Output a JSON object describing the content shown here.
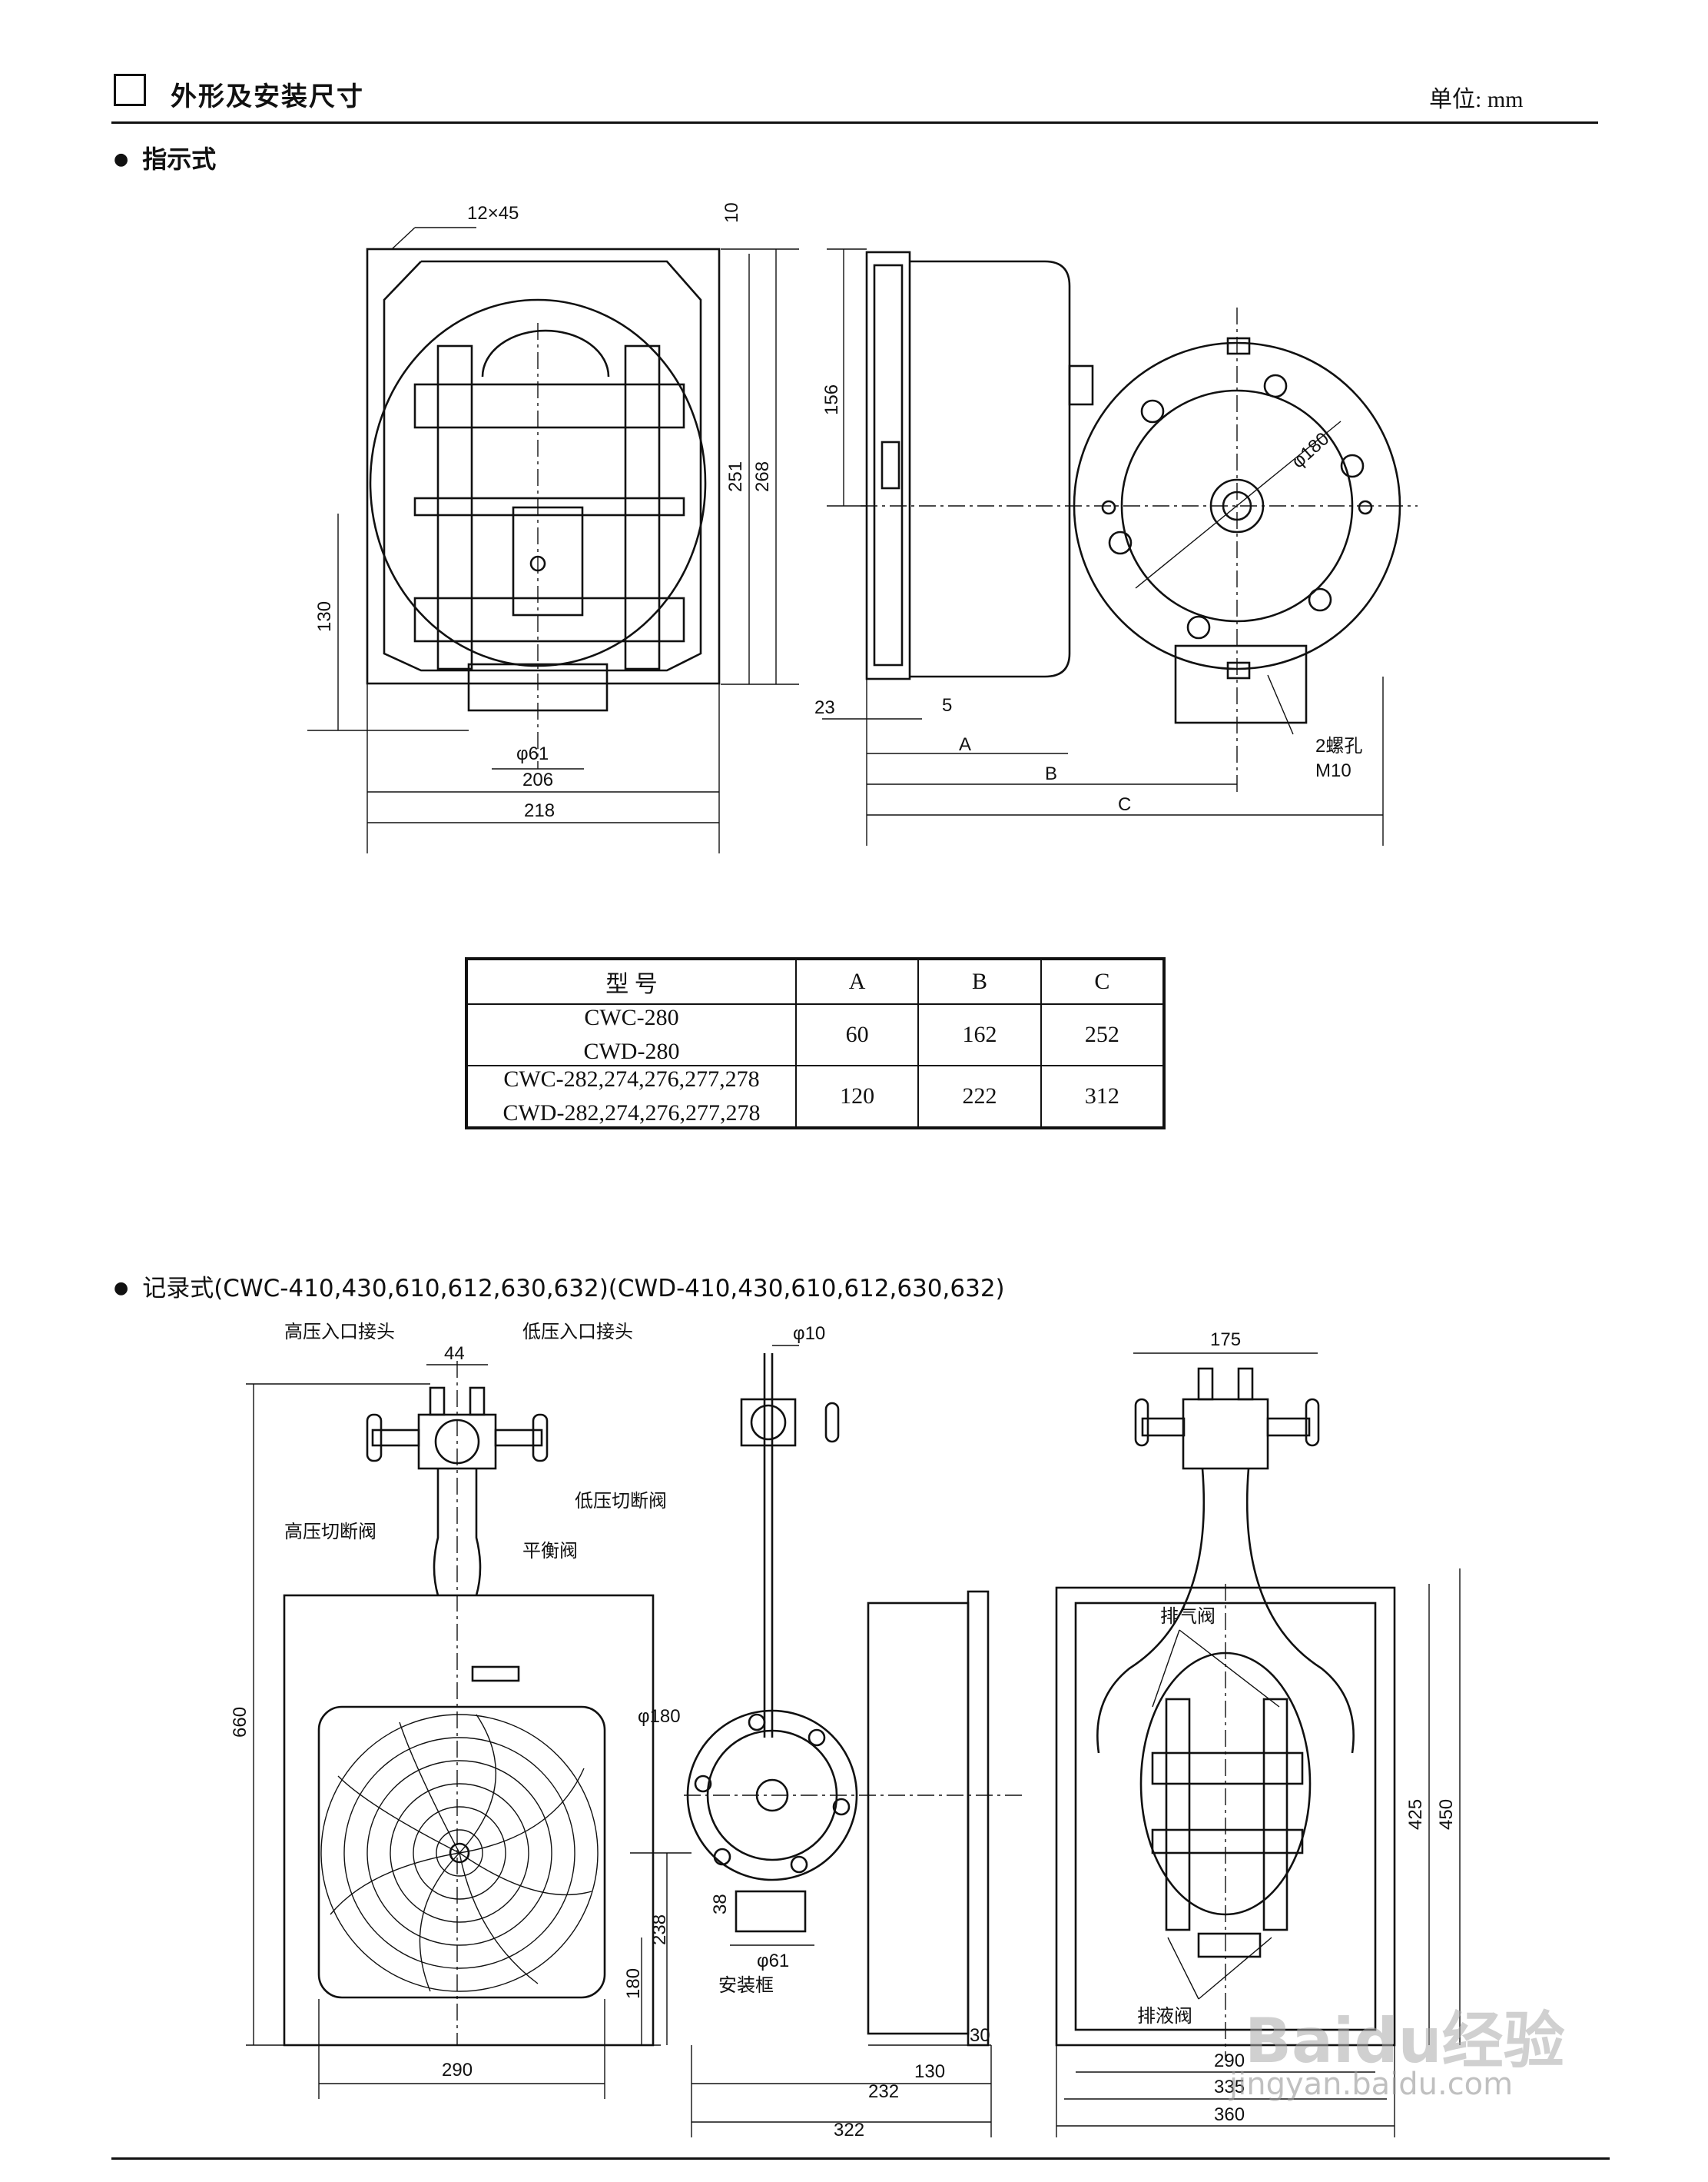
{
  "header": {
    "title": "外形及安装尺寸",
    "unit": "单位: mm"
  },
  "section1": {
    "title": "指示式",
    "front": {
      "chamfer": "12×45",
      "d_top": "10",
      "d_251": "251",
      "d_268": "268",
      "d_130": "130",
      "d_phi61": "φ61",
      "d_206": "206",
      "d_218": "218"
    },
    "side": {
      "d_156": "156",
      "d_23": "23",
      "d_5": "5",
      "phi180": "φ180",
      "label_A": "A",
      "label_B": "B",
      "label_C": "C",
      "bolt_note_1": "2螺孔",
      "bolt_note_2": "M10"
    }
  },
  "table": {
    "headers": [
      "型  号",
      "A",
      "B",
      "C"
    ],
    "rows": [
      {
        "models": [
          "CWC-280",
          "CWD-280"
        ],
        "A": "60",
        "B": "162",
        "C": "252"
      },
      {
        "models": [
          "CWC-282,274,276,277,278",
          "CWD-282,274,276,277,278"
        ],
        "A": "120",
        "B": "222",
        "C": "312"
      }
    ]
  },
  "section2": {
    "title": "记录式(CWC-410,430,610,612,630,632)(CWD-410,430,610,612,630,632)",
    "front": {
      "hp_inlet": "高压入口接头",
      "lp_inlet": "低压入口接头",
      "d_44": "44",
      "hp_valve": "高压切断阀",
      "lp_valve": "低压切断阀",
      "balance_valve": "平衡阀",
      "d_660": "660",
      "d_238": "238",
      "d_180": "180",
      "d_290": "290"
    },
    "side": {
      "phi10": "φ10",
      "phi180": "φ180",
      "d_38": "38",
      "phi61": "φ61",
      "bracket": "安装框",
      "d_30": "30",
      "d_130": "130",
      "d_232": "232",
      "d_322": "322"
    },
    "rear": {
      "d_175": "175",
      "vent_valve": "排气阀",
      "drain_valve": "排液阀",
      "d_425": "425",
      "d_450": "450",
      "d_290": "290",
      "d_335": "335",
      "d_360": "360"
    }
  },
  "watermark": {
    "line1": "Baidu经验",
    "line2": "jingyan.baidu.com"
  }
}
